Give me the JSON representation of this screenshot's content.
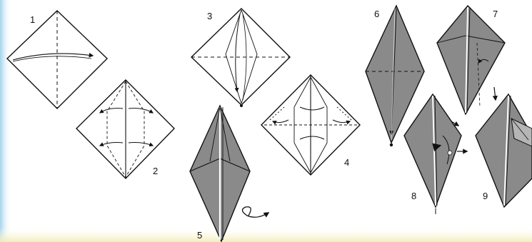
{
  "steps": [
    {
      "label": "1"
    },
    {
      "label": "2"
    },
    {
      "label": "3"
    },
    {
      "label": "4"
    },
    {
      "label": "5"
    },
    {
      "label": "6"
    },
    {
      "label": "7"
    },
    {
      "label": "8"
    },
    {
      "label": "9"
    }
  ],
  "colors": {
    "paper_white": "#ffffff",
    "paper_gray": "#8a8a8a",
    "line": "#111111",
    "edge_glow_left": "#bfe3f5",
    "edge_glow_bottom": "#f6f3c8"
  }
}
